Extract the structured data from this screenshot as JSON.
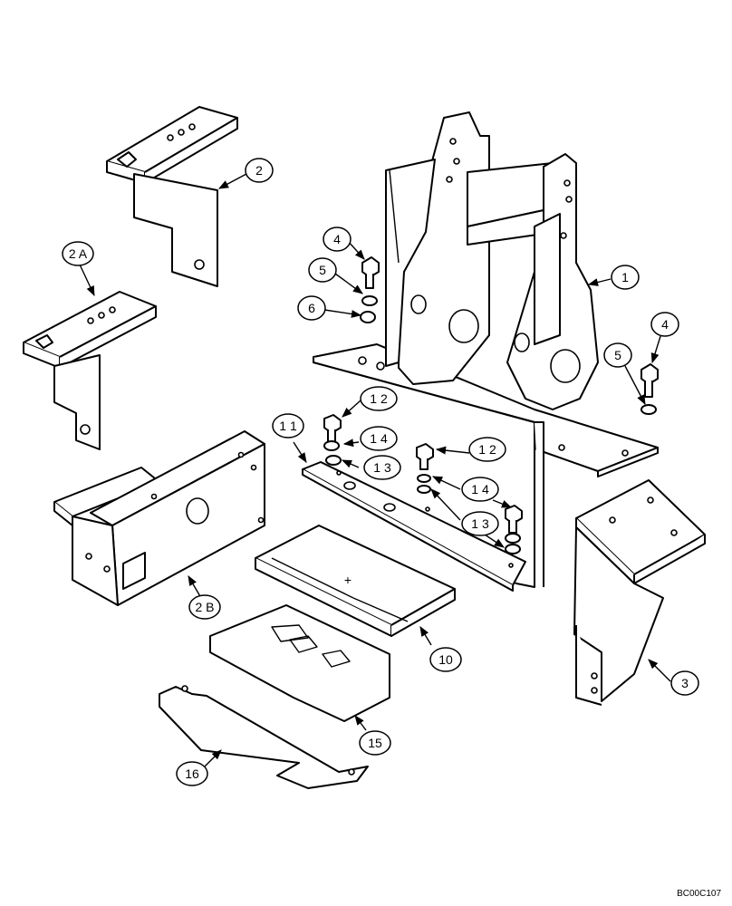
{
  "drawing_code": "BC00C107",
  "callouts": {
    "c1": "1",
    "c2": "2",
    "c2a": "2 A",
    "c2b": "2 B",
    "c3": "3",
    "c4a": "4",
    "c4b": "4",
    "c5a": "5",
    "c5b": "5",
    "c6": "6",
    "c10": "10",
    "c11": "1 1",
    "c12a": "1 2",
    "c12b": "1 2",
    "c13a": "1 3",
    "c13b": "1 3",
    "c14a": "1 4",
    "c14b": "1 4",
    "c15": "15",
    "c16": "16"
  }
}
